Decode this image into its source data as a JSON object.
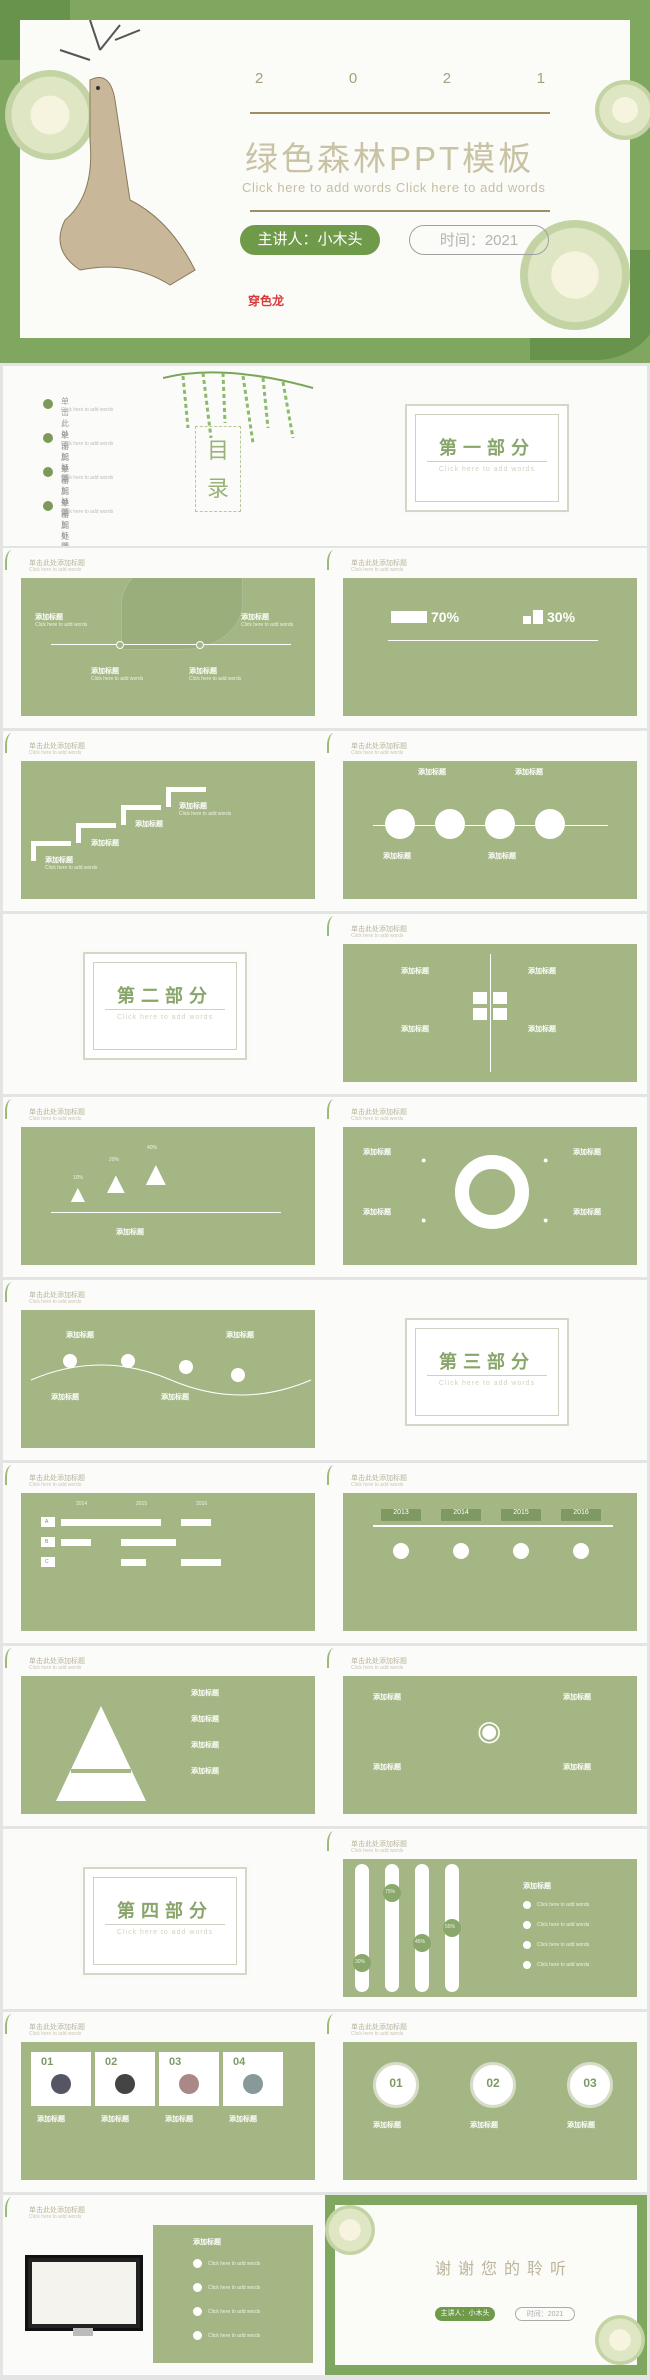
{
  "cover": {
    "year_digits": [
      "2",
      "0",
      "2",
      "1"
    ],
    "title": "绿色森林PPT模板",
    "subtitle": "Click here to add words Click here to add words",
    "presenter": "主讲人：小木头",
    "time": "时间：2021",
    "logo_text": "穿色龙"
  },
  "toc": {
    "glyphs": [
      "目",
      "录"
    ],
    "item_label": "单击此处添加标题",
    "item_sub": "Click here to add words",
    "count": 4
  },
  "header": {
    "title": "单击此处添加标题",
    "sub": "Click here to add words"
  },
  "common": {
    "add_title": "添加标题",
    "add_words": "Click here to add words"
  },
  "sections": [
    {
      "title": "第一部分",
      "sub": "Click here to add words"
    },
    {
      "title": "第二部分",
      "sub": "Click here to add words"
    },
    {
      "title": "第三部分",
      "sub": "Click here to add words"
    },
    {
      "title": "第四部分",
      "sub": "Click here to add words"
    }
  ],
  "percents": {
    "a": "70%",
    "b": "30%"
  },
  "years": [
    "2013",
    "2014",
    "2015",
    "2016"
  ],
  "years_bars": [
    "2014",
    "2015",
    "2016"
  ],
  "bar_labels": [
    "A",
    "B",
    "C"
  ],
  "arrow_pct": [
    "10%",
    "20%",
    "40%"
  ],
  "gauge_pct": [
    "30%",
    "75%",
    "45%",
    "55%"
  ],
  "nums2": [
    "01",
    "02",
    "03",
    "04"
  ],
  "nums3": [
    "01",
    "02",
    "03"
  ],
  "thanks": {
    "text": "谢谢您的聆听",
    "presenter": "主讲人：小木头",
    "time": "时间：2021"
  },
  "colors": {
    "green": "#a4b684",
    "dark": "#6e9a4a",
    "frame": "#7fa760"
  }
}
